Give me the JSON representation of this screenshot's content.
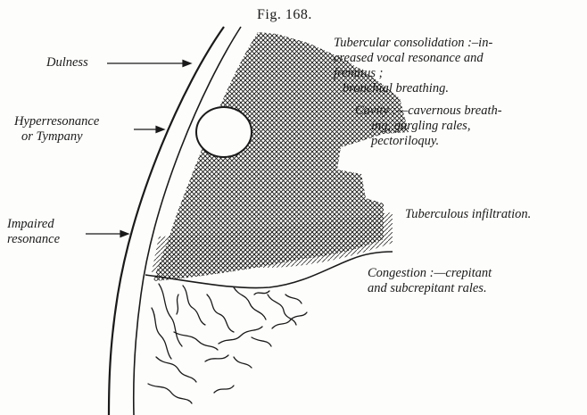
{
  "figure": {
    "title": "Fig. 168."
  },
  "left_labels": {
    "dulness": "Dulness",
    "hyperresonance_1": "Hyperresonance",
    "hyperresonance_2": "or Tympany",
    "impaired_1": "Impaired",
    "impaired_2": "resonance"
  },
  "right_labels": {
    "consolidation_1": "Tubercular consolidation :–in-",
    "consolidation_2": "creased vocal resonance and",
    "consolidation_3": "fremitus ;",
    "consolidation_4": "bronchial breathing.",
    "cavity_1": "Cavity :—cavernous breath-",
    "cavity_2": "ing, gurgling rales,",
    "cavity_3": "pectoriloquy.",
    "infiltration": "Tuberculous infiltration.",
    "congestion_1": "Congestion :—crepitant",
    "congestion_2": "and subcrepitant rales."
  },
  "colors": {
    "ink": "#1a1a1a",
    "paper": "#fdfdfb"
  }
}
